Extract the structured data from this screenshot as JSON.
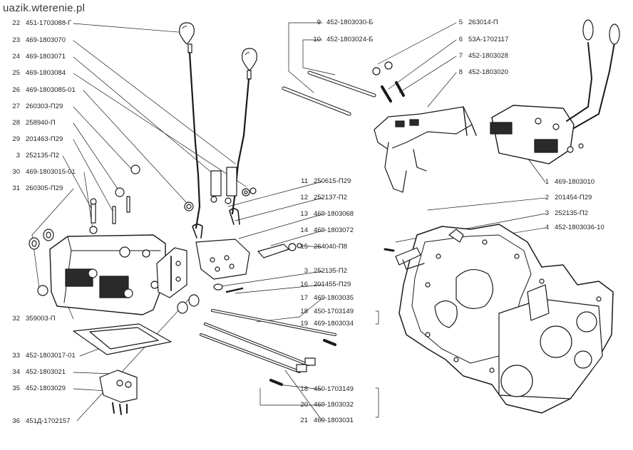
{
  "site": "uazik.wterenie.pl",
  "left_callouts": [
    {
      "num": "22",
      "code": "451-1703088-Г"
    },
    {
      "num": "23",
      "code": "469-1803070"
    },
    {
      "num": "24",
      "code": "469-1803071"
    },
    {
      "num": "25",
      "code": "469-1803084"
    },
    {
      "num": "26",
      "code": "469-1803085-01"
    },
    {
      "num": "27",
      "code": "260303-П29"
    },
    {
      "num": "28",
      "code": "258940-П"
    },
    {
      "num": "29",
      "code": "201463-П29"
    },
    {
      "num": "3",
      "code": "252135-П2"
    },
    {
      "num": "30",
      "code": "469-1803015-01"
    },
    {
      "num": "31",
      "code": "260305-П29"
    },
    {
      "num": "32",
      "code": "359003-П"
    },
    {
      "num": "33",
      "code": "452-1803017-01"
    },
    {
      "num": "34",
      "code": "452-1803021"
    },
    {
      "num": "35",
      "code": "452-1803029"
    },
    {
      "num": "36",
      "code": "451Д-1702157"
    }
  ],
  "mid_callouts": [
    {
      "num": "11",
      "code": "250615-П29"
    },
    {
      "num": "12",
      "code": "252137-П2"
    },
    {
      "num": "13",
      "code": "469-1803068"
    },
    {
      "num": "14",
      "code": "469-1803072"
    },
    {
      "num": "15",
      "code": "264040-П8"
    },
    {
      "num": "3",
      "code": "252135-П2"
    },
    {
      "num": "16",
      "code": "201455-П29"
    },
    {
      "num": "17",
      "code": "469-1803035"
    },
    {
      "num": "18",
      "code": "450-1703149"
    },
    {
      "num": "19",
      "code": "469-1803034"
    },
    {
      "num": "18",
      "code": "450-1703149"
    },
    {
      "num": "20",
      "code": "469-1803032"
    },
    {
      "num": "21",
      "code": "469-1803031"
    }
  ],
  "top_callouts": [
    {
      "num": "9",
      "code": "452-1803030-Б"
    },
    {
      "num": "10",
      "code": "452-1803024-Б"
    },
    {
      "num": "5",
      "code": "263014-П"
    },
    {
      "num": "6",
      "code": "53А-1702117"
    },
    {
      "num": "7",
      "code": "452-1803028"
    },
    {
      "num": "8",
      "code": "452-1803020"
    }
  ],
  "right_callouts": [
    {
      "num": "1",
      "code": "469-1803010"
    },
    {
      "num": "2",
      "code": "201454-П29"
    },
    {
      "num": "3",
      "code": "252135-П2"
    },
    {
      "num": "4",
      "code": "452-1803036-10"
    }
  ]
}
